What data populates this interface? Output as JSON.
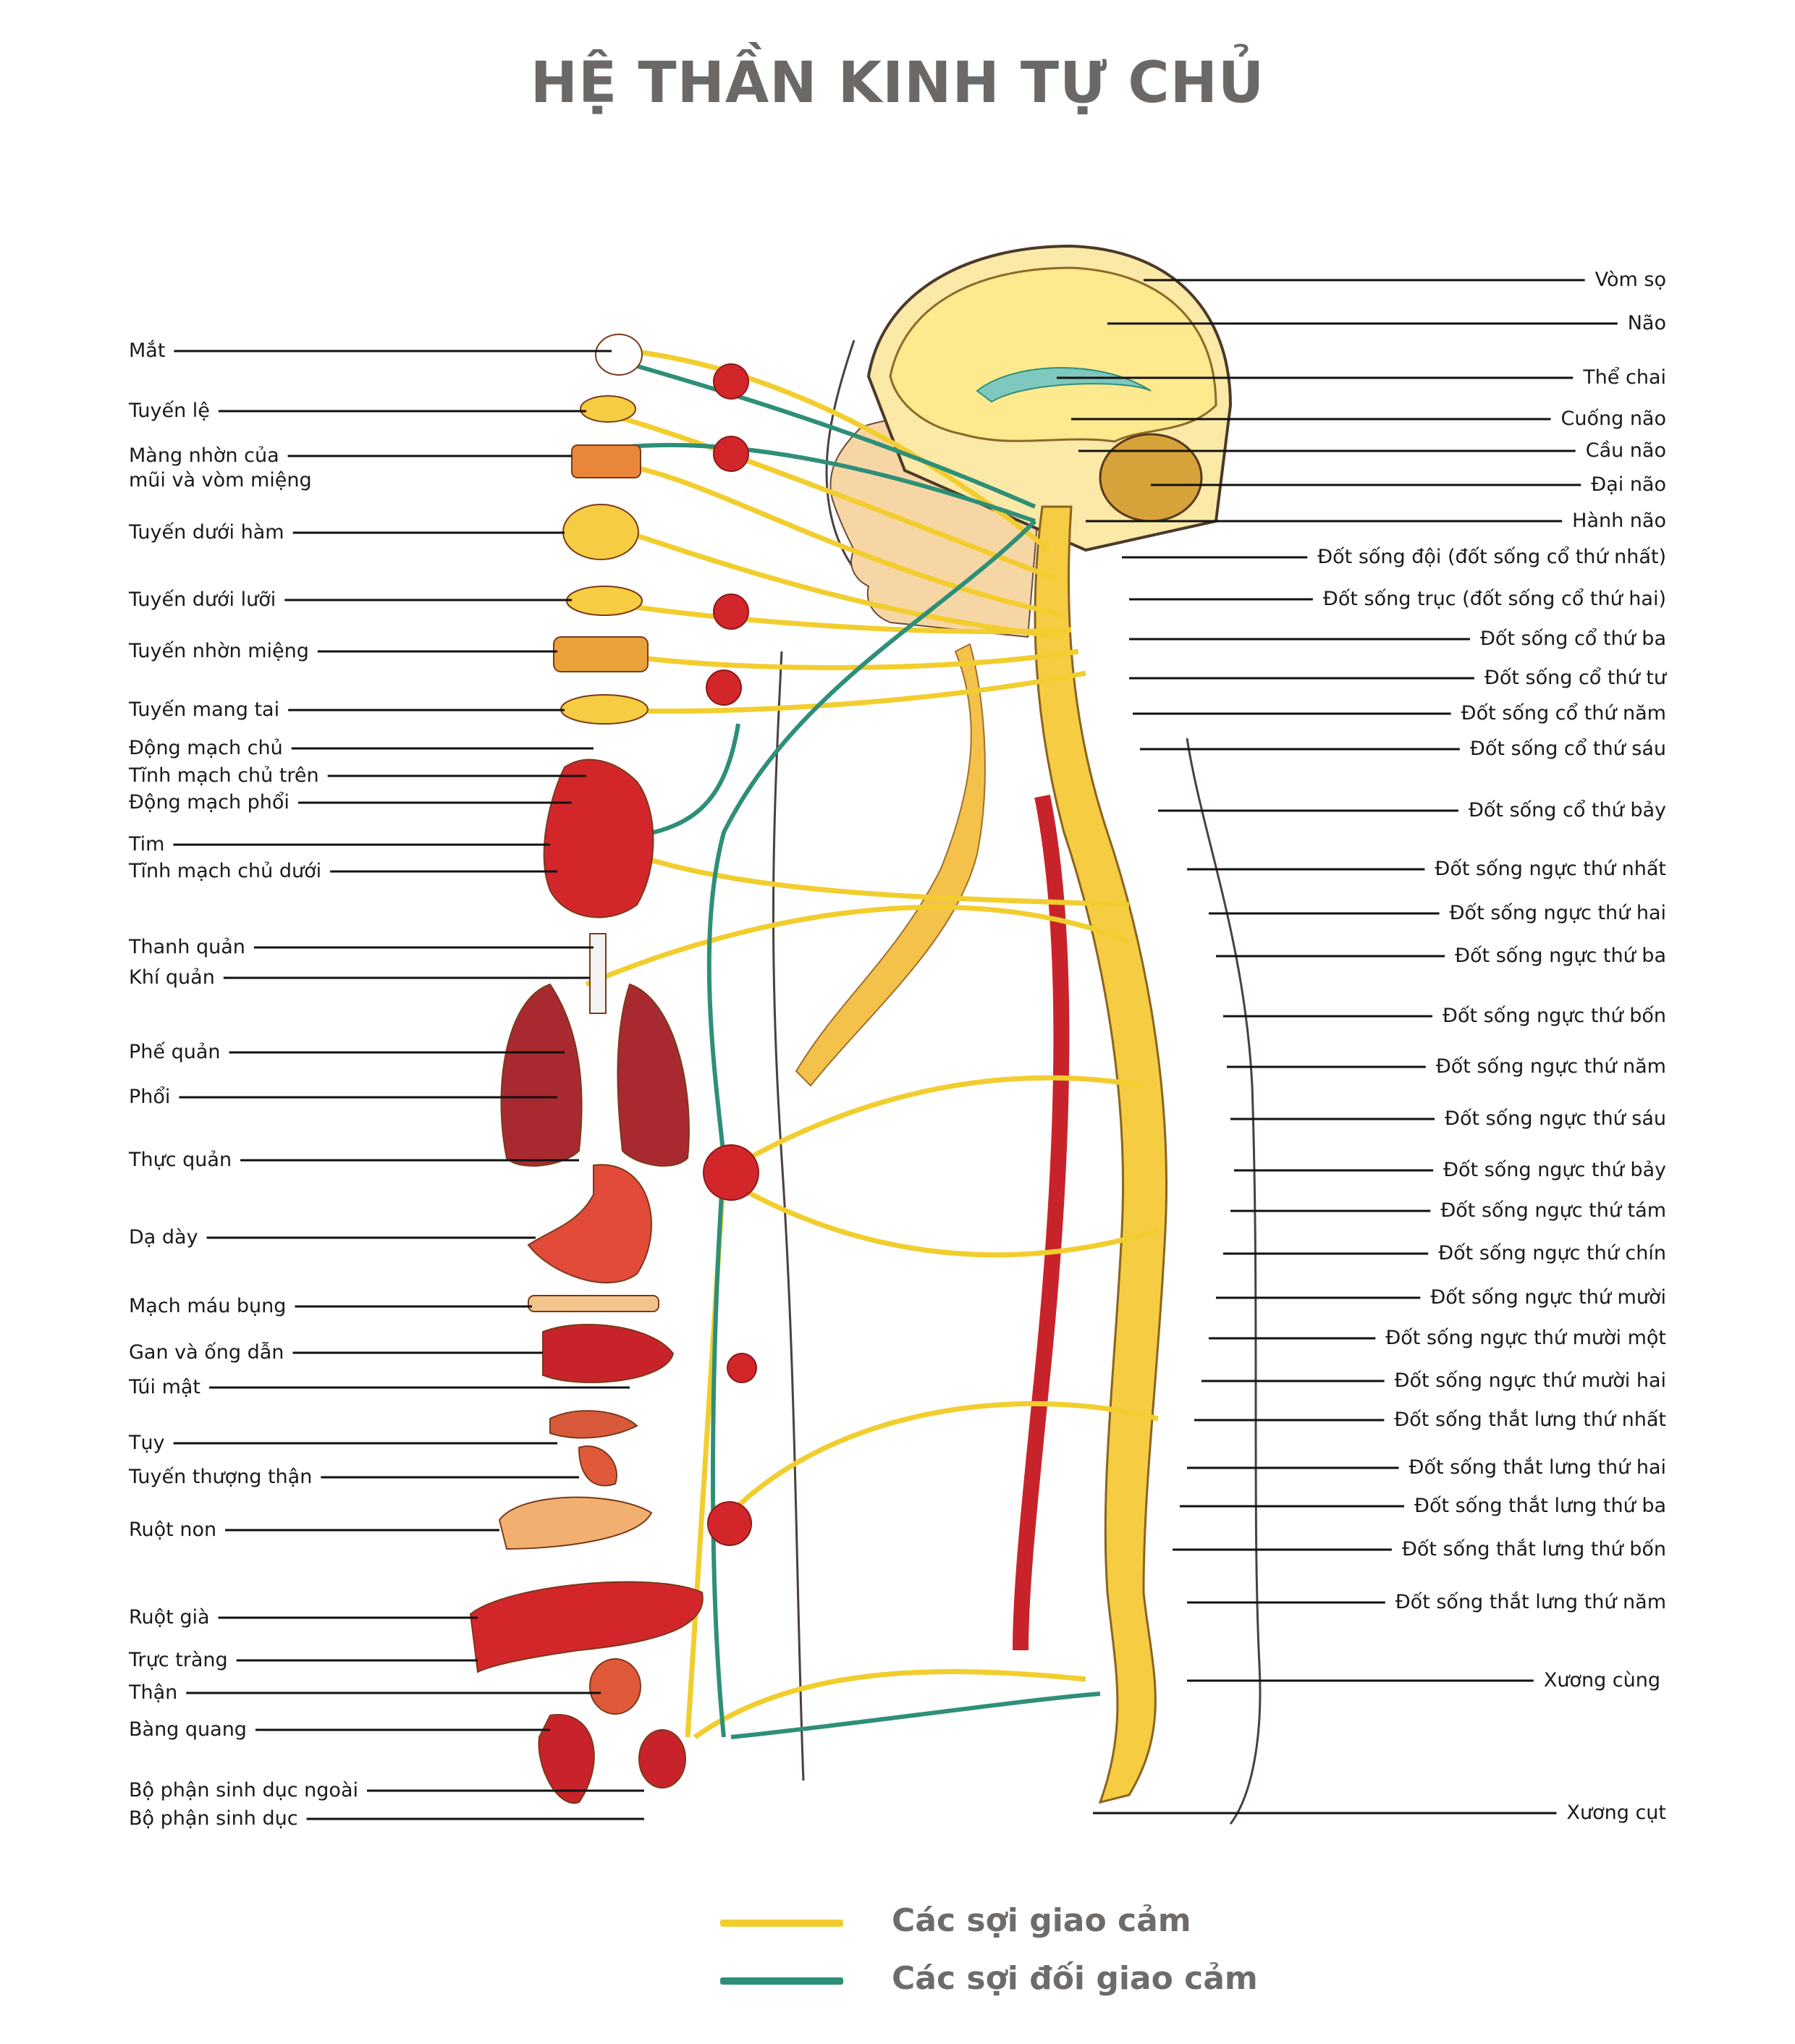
{
  "title": "HỆ THẦN KINH TỰ CHỦ",
  "colors": {
    "sympathetic": "#f2cd2e",
    "parasympathetic": "#2e8f78",
    "title": "#6b6866",
    "bone": "#f5c53a",
    "organ_red": "#d3262b"
  },
  "left_labels": [
    "Mắt",
    "Tuyến lệ",
    "Màng nhờn của",
    "mũi và vòm miệng",
    "Tuyến dưới hàm",
    "Tuyến dưới lưỡi",
    "Tuyến nhờn miệng",
    "Tuyến mang tai",
    "Động mạch chủ",
    "Tĩnh mạch chủ trên",
    "Động mạch phổi",
    "Tim",
    "Tĩnh mạch chủ dưới",
    "Thanh quản",
    "Khí quản",
    "Phế quản",
    "Phổi",
    "Thực quản",
    "Dạ dày",
    "Mạch máu bụng",
    "Gan và ống dẫn",
    "Túi mật",
    "Tụy",
    "Tuyến thượng thận",
    "Ruột non",
    "Ruột già",
    "Trực tràng",
    "Thận",
    "Bàng quang",
    "Bộ phận sinh dục ngoài",
    "Bộ phận sinh dục"
  ],
  "right_labels": [
    "Vòm sọ",
    "Não",
    "Thể chai",
    "Cuống não",
    "Cầu não",
    "Đại não",
    "Hành não",
    "Đốt sống đội (đốt sống cổ thứ nhất)",
    "Đốt sống trục (đốt sống cổ thứ hai)",
    "Đốt sống cổ thứ ba",
    "Đốt sống cổ thứ tư",
    "Đốt sống cổ thứ năm",
    "Đốt sống cổ thứ sáu",
    "Đốt sống cổ thứ bảy",
    "Đốt sống ngực thứ nhất",
    "Đốt sống ngực thứ hai",
    "Đốt sống ngực thứ ba",
    "Đốt sống ngực thứ bốn",
    "Đốt sống ngực thứ năm",
    "Đốt sống ngực thứ sáu",
    "Đốt sống ngực thứ bảy",
    "Đốt sống ngực thứ tám",
    "Đốt sống ngực thứ chín",
    "Đốt sống ngực thứ mười",
    "Đốt sống ngực thứ mười một",
    "Đốt sống ngực thứ mười  hai",
    "Đốt sống thắt lưng thứ nhất",
    "Đốt sống thắt lưng thứ hai",
    "Đốt sống thắt lưng thứ ba",
    "Đốt sống thắt lưng thứ bốn",
    "Đốt sống thắt lưng thứ năm",
    "Xương cùng",
    "Xương cụt"
  ],
  "legend": [
    {
      "label": "Các sợi giao cảm",
      "color": "#f2cd2e"
    },
    {
      "label": "Các sợi đối giao cảm",
      "color": "#2e8f78"
    }
  ]
}
